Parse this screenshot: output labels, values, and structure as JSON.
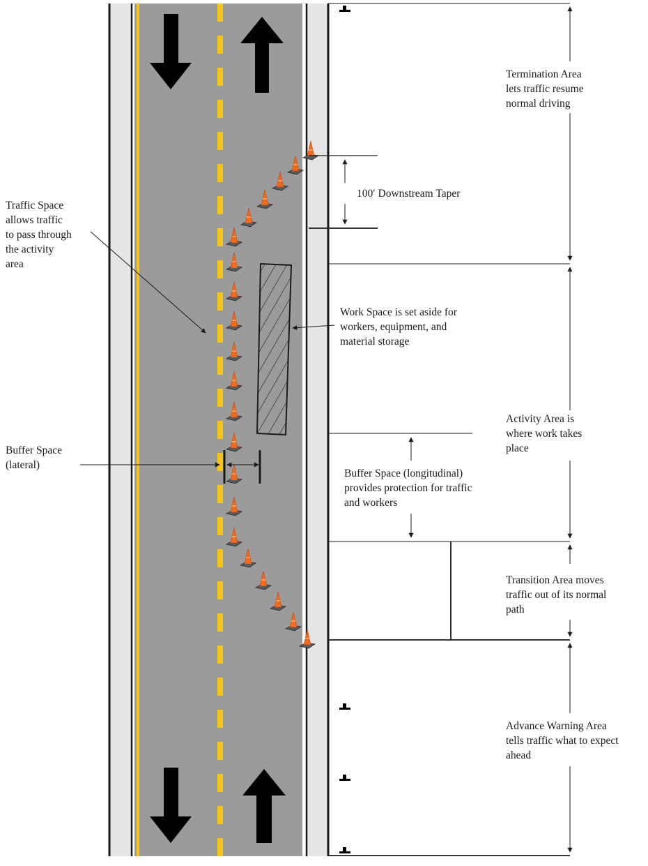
{
  "labels": {
    "termination": [
      "Termination Area",
      "lets traffic resume",
      "normal driving"
    ],
    "downstream_taper": [
      "100′ Downstream Taper"
    ],
    "traffic_space": [
      "Traffic Space",
      "allows traffic",
      "to pass through",
      "the activity",
      "area"
    ],
    "work_space": [
      "Work Space is set aside for",
      "workers, equipment, and",
      "material storage"
    ],
    "activity_area": [
      "Activity Area is",
      "where work takes",
      "place"
    ],
    "buffer_lateral": [
      "Buffer Space",
      "(lateral)"
    ],
    "buffer_longitudinal": [
      "Buffer Space (longitudinal)",
      "provides protection for traffic",
      "and workers"
    ],
    "transition": [
      "Transition Area moves",
      "traffic out of its normal",
      "path"
    ],
    "advance_warning": [
      "Advance Warning Area",
      "tells traffic what to expect",
      "ahead"
    ]
  },
  "icons": {
    "traffic_direction": "arrow-icon",
    "cone": "traffic-cone-icon",
    "sign": "warning-sign-post-icon",
    "work_zone": "hatched-work-area"
  },
  "colors": {
    "pavement": "#9b9b9b",
    "shoulder": "#e6e6e6",
    "yellow_marking": "#f6c417",
    "cone": "#f26b1d",
    "line": "#1a1a1a"
  }
}
